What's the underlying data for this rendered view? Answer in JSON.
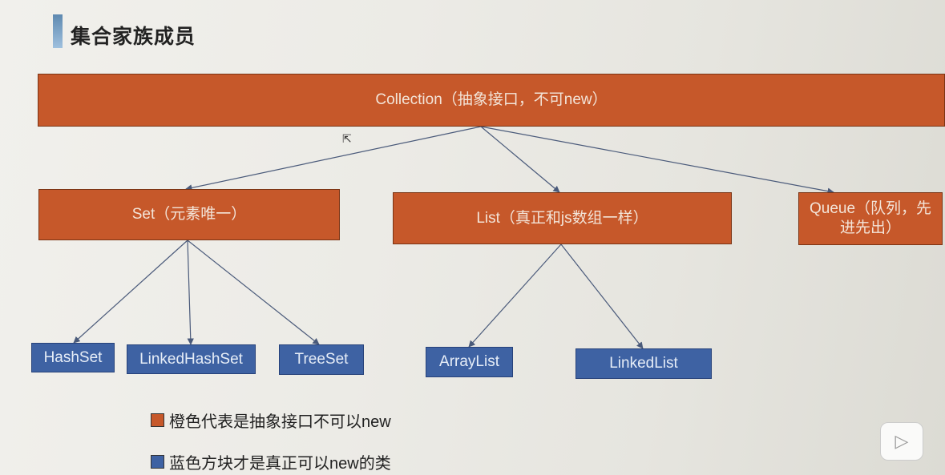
{
  "title": "集合家族成员",
  "nodes": {
    "collection": "Collection（抽象接口，不可new）",
    "set": "Set（元素唯一）",
    "list": "List（真正和js数组一样）",
    "queue": "Queue（队列，先进先出）",
    "hashset": "HashSet",
    "linkedhashset": "LinkedHashSet",
    "treeset": "TreeSet",
    "arraylist": "ArrayList",
    "linkedlist": "LinkedList"
  },
  "legend": {
    "orange_label": "橙色代表是抽象接口不可以new",
    "blue_label": "蓝色方块才是真正可以new的类"
  },
  "colors": {
    "interface": "#c6582a",
    "class": "#3e62a3"
  },
  "icons": {
    "play": "play-icon",
    "cursor": "mouse-cursor-icon"
  }
}
